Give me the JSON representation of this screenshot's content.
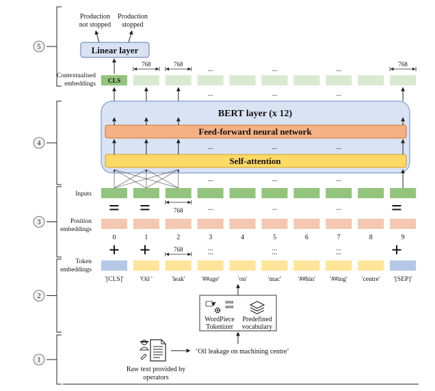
{
  "stages": [
    "1",
    "2",
    "3",
    "4",
    "5"
  ],
  "outputs": {
    "not_stopped": [
      "Production",
      "not stopped"
    ],
    "stopped": [
      "Production",
      "stopped"
    ]
  },
  "linear_layer": "Linear layer",
  "contextualised": {
    "label": [
      "Contextualised",
      "embeddings"
    ],
    "cls": "CLS",
    "dim": "768",
    "ellipsis": "..."
  },
  "bert": {
    "title": "BERT layer (x 12)",
    "ffn": "Feed-forward neural network",
    "attn": "Self-attention",
    "ellipsis": "..."
  },
  "inputs": {
    "label": "Inputs",
    "equals": "=",
    "dim": "768",
    "ellipsis": "..."
  },
  "position": {
    "label": [
      "Position",
      "embeddings"
    ],
    "indices": [
      "0",
      "1",
      "2",
      "3",
      "4",
      "5",
      "6",
      "7",
      "8",
      "9"
    ],
    "plus": "+",
    "ellipsis": "..."
  },
  "token": {
    "label": [
      "Token",
      "embeddings"
    ],
    "dim": "768",
    "ellipsis": "...",
    "words": [
      "'[CLS]'",
      "'Oil '",
      "'leak'",
      "'##age'",
      "'on'",
      "'mac'",
      "'##hin'",
      "'##ing'",
      "'centre'",
      "'[SEP]'"
    ]
  },
  "tokenizer": {
    "label": [
      "WordPiece",
      "Tokenizer"
    ],
    "binary": [
      "1010",
      "1010"
    ],
    "vocab": [
      "Predefined",
      "vocabulary"
    ]
  },
  "raw": {
    "sentence": "‘Oil leakage on machining centre’",
    "caption": [
      "Raw text provided by",
      "operators"
    ]
  },
  "colors": {
    "green": "#93c47d",
    "green_light": "#d9ead3",
    "salmon": "#f4c7b1",
    "yellow": "#ffe599",
    "blue_token": "#b4c7e7",
    "bert_bg": "#dae3f3",
    "bert_border": "#7f9ccf",
    "ffn": "#f4b183",
    "attn": "#ffd966",
    "linear": "#d9e2f3"
  }
}
